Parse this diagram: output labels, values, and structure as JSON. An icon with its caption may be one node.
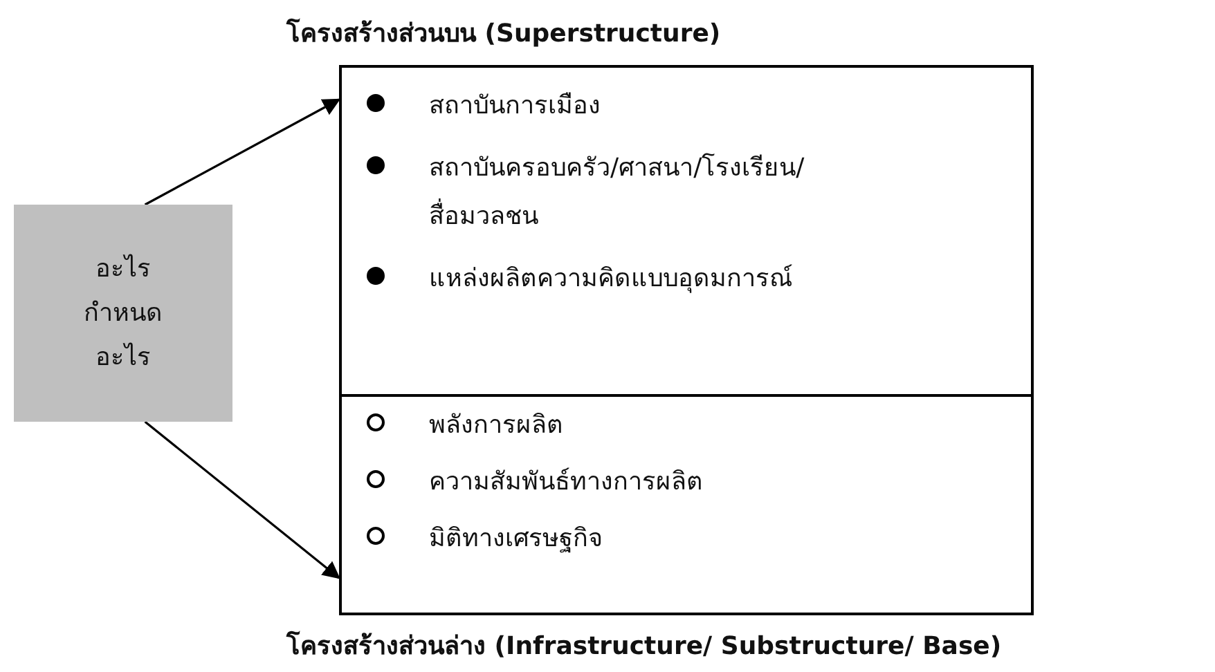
{
  "diagram": {
    "nodes": [
      {
        "text": [
          "อะไรกำหนดอะไร"
        ]
      },
      {
        "text": [
          "โครงสร้างส่วนบน (Superstructure)",
          "สถาบันการเมือง",
          "สถาบันครอบครัว/ศาสนา/โรงเรียน/สื่อมวลชน",
          "แหล่งผลิตความคิดแบบอุดมการณ์"
        ]
      },
      {
        "text": [
          "โครงสร้างส่วนล่าง (Infrastructure/ Substructure/ Base)",
          "พลังการผลิต",
          "ความสัมพันธ์ทางการผลิต",
          "มิติทางเศรษฐกิจ"
        ]
      }
    ],
    "edges": [
      {
        "from": 0,
        "to": 1,
        "arrow": "to"
      },
      {
        "from": 0,
        "to": 2,
        "arrow": "to"
      }
    ]
  }
}
